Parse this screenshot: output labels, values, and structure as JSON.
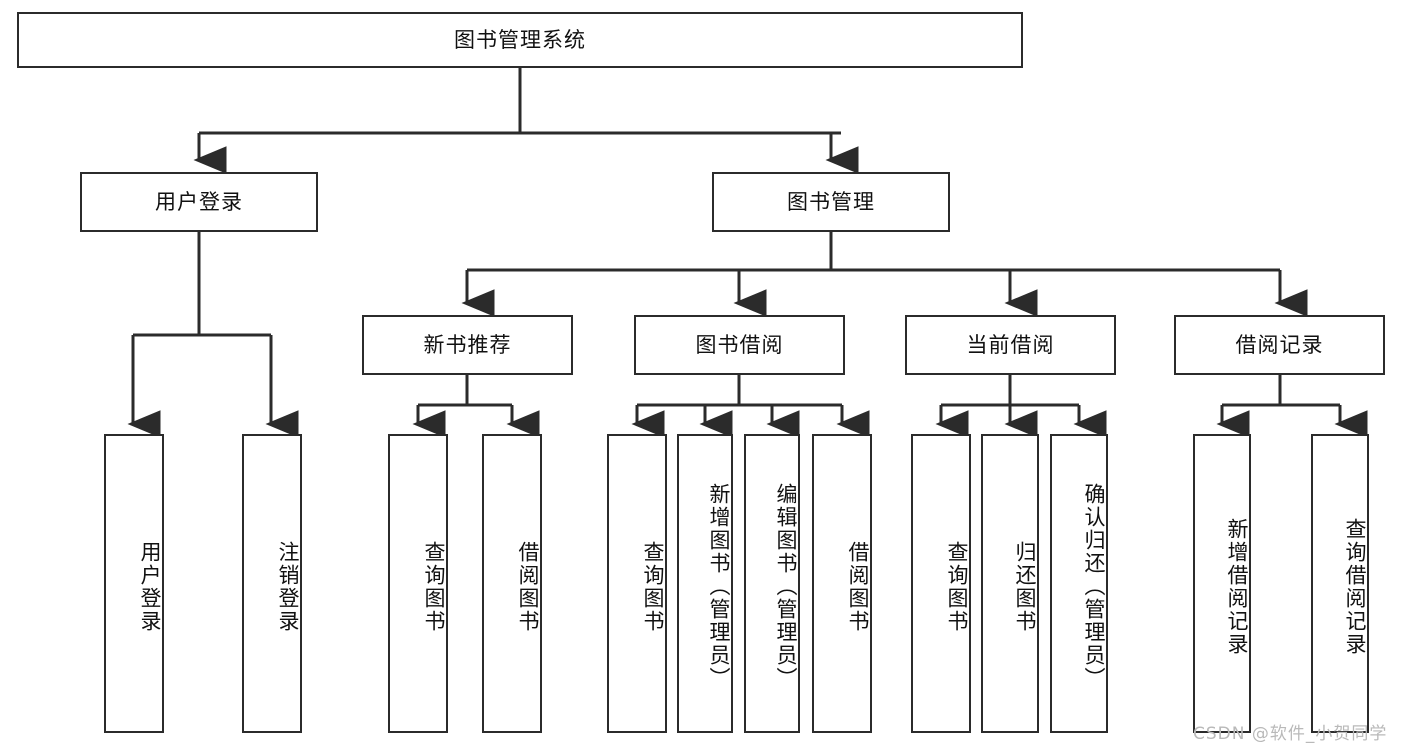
{
  "diagram": {
    "title": "图书管理系统",
    "type": "tree-hierarchy",
    "root": {
      "label": "图书管理系统"
    },
    "level1": [
      {
        "label": "用户登录"
      },
      {
        "label": "图书管理"
      }
    ],
    "level2": [
      {
        "label": "新书推荐"
      },
      {
        "label": "图书借阅"
      },
      {
        "label": "当前借阅"
      },
      {
        "label": "借阅记录"
      }
    ],
    "leaves": {
      "user_login": [
        {
          "label": "用户登录"
        },
        {
          "label": "注销登录"
        }
      ],
      "new_book_recommend": [
        {
          "label": "查询图书"
        },
        {
          "label": "借阅图书"
        }
      ],
      "book_borrow": [
        {
          "label": "查询图书"
        },
        {
          "label": "新增图书（管理员）"
        },
        {
          "label": "编辑图书（管理员）"
        },
        {
          "label": "借阅图书"
        }
      ],
      "current_borrow": [
        {
          "label": "查询图书"
        },
        {
          "label": "归还图书"
        },
        {
          "label": "确认归还（管理员）"
        }
      ],
      "borrow_record": [
        {
          "label": "新增借阅记录"
        },
        {
          "label": "查询借阅记录"
        }
      ]
    }
  },
  "watermark": {
    "text": "CSDN @软件_小贺同学"
  },
  "colors": {
    "stroke": "#2b2b2b",
    "fill": "#ffffff",
    "text": "#111111",
    "watermark": "#b9b9b9"
  }
}
